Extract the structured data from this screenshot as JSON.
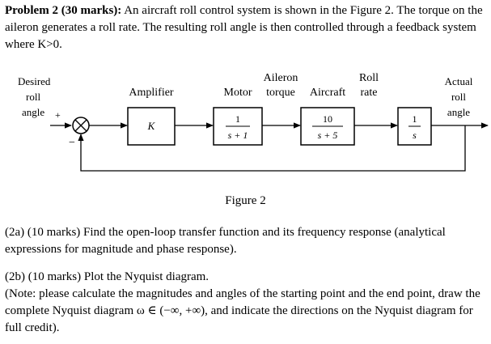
{
  "problem": {
    "heading": "Problem 2 (30 marks):",
    "intro": "An aircraft roll control system is shown in the Figure 2. The torque on the aileron generates a roll rate. The resulting roll angle is then controlled through a feedback system where K>0."
  },
  "diagram": {
    "input_label": [
      "Desired",
      "roll",
      "angle"
    ],
    "output_label": [
      "Actual",
      "roll",
      "angle"
    ],
    "plus_sign": "+",
    "minus_sign": "−",
    "amplifier": {
      "title": "Amplifier",
      "gain": "K"
    },
    "motor": {
      "title": "Motor",
      "numerator": "1",
      "denominator": "s + 1"
    },
    "aileron_torque_label": [
      "Aileron",
      "torque"
    ],
    "aircraft": {
      "title": "Aircraft",
      "numerator": "10",
      "denominator": "s + 5"
    },
    "roll_rate_label": [
      "Roll",
      "rate"
    ],
    "integrator": {
      "numerator": "1",
      "denominator": "s"
    }
  },
  "figure_caption": "Figure 2",
  "part_a": "(2a) (10 marks) Find the open-loop transfer function and its frequency response (analytical expressions for magnitude and phase response).",
  "part_b": {
    "line1": "(2b) (10 marks) Plot the Nyquist diagram.",
    "line2": "(Note: please calculate the magnitudes and angles of the starting point and the end point, draw the complete Nyquist diagram ω ∈ (−∞, +∞), and indicate the directions on the Nyquist diagram for full credit)."
  }
}
